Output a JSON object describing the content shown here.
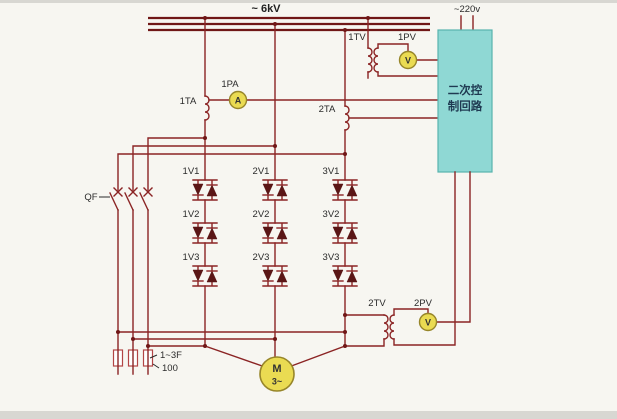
{
  "diagram": {
    "bus_voltage": "~ 6kV",
    "aux_voltage": "~220v",
    "control_box": [
      "二次控",
      "制回路"
    ],
    "labels": {
      "tv1": "1TV",
      "pv1": "1PV",
      "pa1": "1PA",
      "ta1": "1TA",
      "ta2": "2TA",
      "qf": "QF",
      "tv2": "2TV",
      "pv2": "2PV",
      "fuse_range": "1~3F",
      "fuse_rating": "100",
      "motor": "M",
      "motor_phase": "3~",
      "ammeter_letter": "A",
      "voltmeter_letter": "V"
    },
    "thyristors": [
      "1V1",
      "2V1",
      "3V1",
      "1V2",
      "2V2",
      "3V2",
      "1V3",
      "2V3",
      "3V3"
    ]
  },
  "colors": {
    "wire": "#8b2424",
    "bus": "#701717",
    "dark": "#5a1616",
    "meter_fill": "#eadb52",
    "meter_ring": "#97862a",
    "control_box": "#8fd8d4",
    "control_box_border": "#58b3ae",
    "background": "#f7f6f1",
    "band": "#d8d7d2",
    "fuse_border": "#b24545",
    "text": "#2b2b2b",
    "cjk": "#1f3a52"
  }
}
